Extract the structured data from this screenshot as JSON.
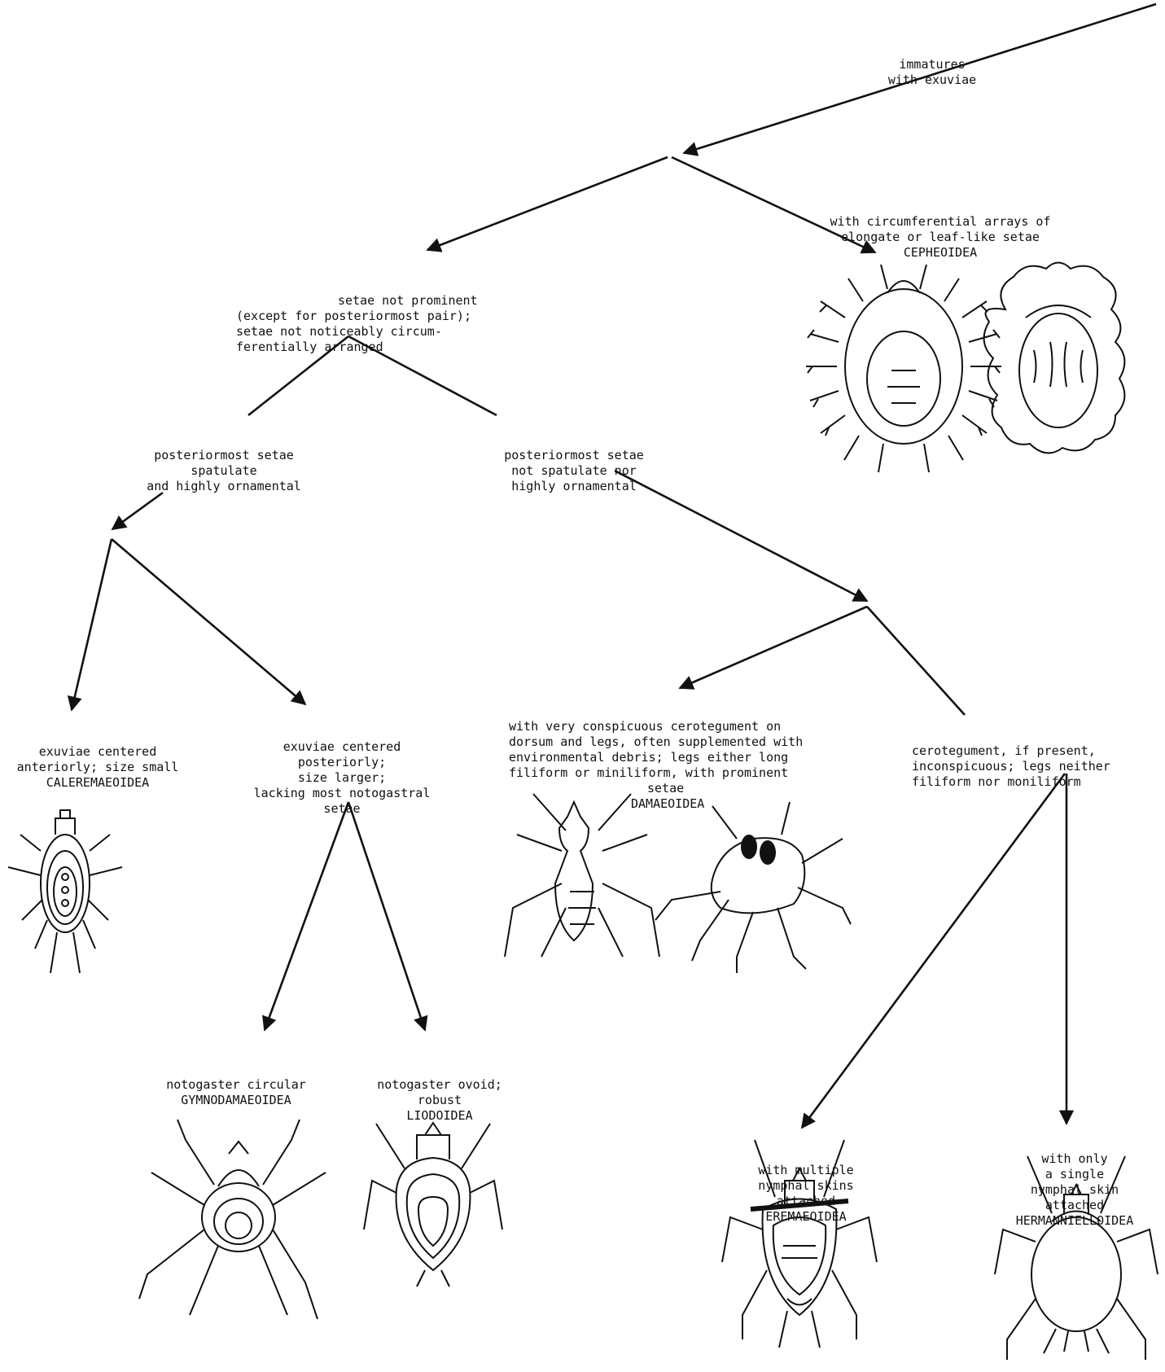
{
  "nodes": {
    "root": {
      "lines": [
        "immatures",
        "with exuviae"
      ]
    },
    "cepheoidea": {
      "lines": [
        "with circumferential arrays of",
        "elongate or leaf-like setae",
        "CEPHEOIDEA"
      ]
    },
    "setae_not_prominent": {
      "lines": [
        "setae not prominent",
        "(except for posteriormost pair);",
        "setae not noticeably circum-",
        "ferentially arranged"
      ]
    },
    "spatulate": {
      "lines": [
        "posteriormost setae",
        "spatulate",
        "and highly ornamental"
      ]
    },
    "not_spatulate": {
      "lines": [
        "posteriormost setae",
        "not spatulate nor",
        "highly ornamental"
      ]
    },
    "caleremaeoidea": {
      "lines": [
        "exuviae centered",
        "anteriorly; size small",
        "CALEREMAEOIDEA"
      ]
    },
    "posteriorly": {
      "lines": [
        "exuviae centered",
        "posteriorly;",
        "size larger;",
        "lacking most notogastral",
        "setae"
      ]
    },
    "damaeoidea": {
      "lines": [
        "with very conspicuous cerotegument on",
        "dorsum and legs, often supplemented with",
        "environmental debris; legs either long",
        "filiform or miniliform, with prominent",
        "setae",
        "DAMAEOIDEA"
      ]
    },
    "cerotegument": {
      "lines": [
        "cerotegument, if present,",
        "inconspicuous; legs neither",
        "filiform nor moniliform"
      ]
    },
    "gymnodamaeoidea": {
      "lines": [
        "notogaster circular",
        "GYMNODAMAEOIDEA"
      ]
    },
    "liodoidea": {
      "lines": [
        "notogaster ovoid;",
        "robust",
        "LIODOIDEA"
      ]
    },
    "eremaeoidea": {
      "lines": [
        "with multiple",
        "nymphal skins",
        "attached",
        "EREMAEOIDEA"
      ]
    },
    "hermanniella": {
      "lines": [
        "with only",
        "a single",
        "nymphal skin",
        "attached",
        "HERMANNIELLOIDEA"
      ]
    }
  },
  "illustrations": [
    {
      "name": "cepheoidea-setose-mite-icon"
    },
    {
      "name": "cepheoidea-lobed-mite-icon"
    },
    {
      "name": "caleremaeoidea-mite-icon"
    },
    {
      "name": "damaeoidea-dorsal-mite-icon"
    },
    {
      "name": "damaeoidea-lateral-mite-icon"
    },
    {
      "name": "gymnodamaeoidea-mite-icon"
    },
    {
      "name": "liodoidea-mite-icon"
    },
    {
      "name": "eremaeoidea-mite-icon"
    },
    {
      "name": "hermannielloidea-mite-icon"
    }
  ],
  "colors": {
    "ink": "#111111",
    "background": "#ffffff"
  }
}
